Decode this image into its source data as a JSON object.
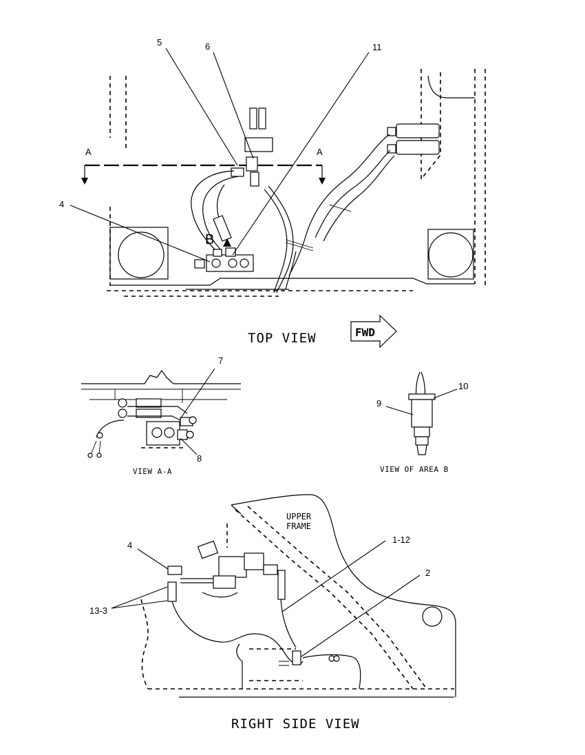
{
  "top_view": {
    "caption": "TOP VIEW",
    "fwd_label": "FWD",
    "section_marks": [
      "A",
      "A"
    ],
    "detail_mark": "B",
    "callouts": [
      "5",
      "6",
      "11",
      "4"
    ]
  },
  "view_aa": {
    "caption": "VIEW A-A",
    "callouts": [
      "7",
      "8"
    ]
  },
  "view_area_b": {
    "caption": "VIEW OF AREA B",
    "callouts": [
      "10",
      "9"
    ]
  },
  "right_side_view": {
    "caption": "RIGHT SIDE VIEW",
    "frame_label_line1": "UPPER",
    "frame_label_line2": "FRAME",
    "callouts": [
      "1-12",
      "4",
      "2",
      "13-3"
    ]
  }
}
